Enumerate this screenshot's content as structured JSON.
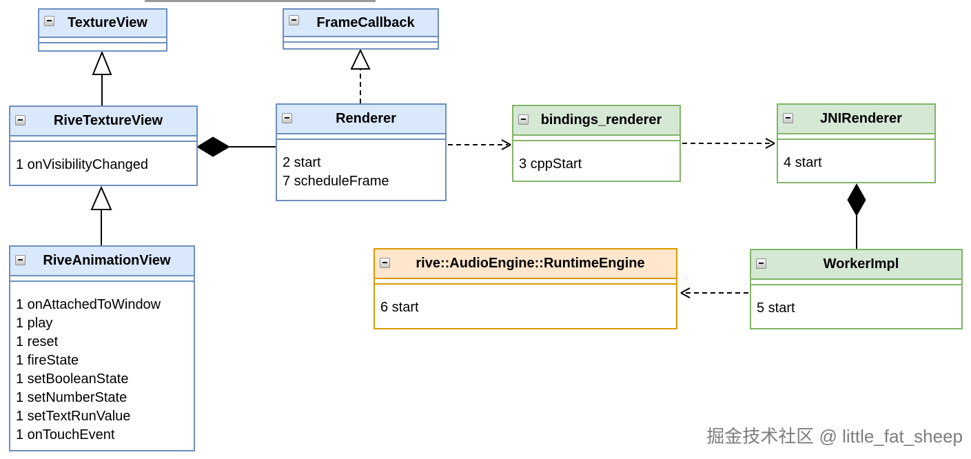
{
  "classes": {
    "textureView": {
      "title": "TextureView",
      "methods": []
    },
    "frameCallback": {
      "title": "FrameCallback",
      "methods": []
    },
    "riveTextureView": {
      "title": "RiveTextureView",
      "methods": [
        "1 onVisibilityChanged"
      ]
    },
    "renderer": {
      "title": "Renderer",
      "methods": [
        "2 start",
        "7 scheduleFrame"
      ]
    },
    "bindingsRenderer": {
      "title": "bindings_renderer",
      "methods": [
        "3 cppStart"
      ]
    },
    "jniRenderer": {
      "title": "JNIRenderer",
      "methods": [
        "4 start"
      ]
    },
    "riveAnimationView": {
      "title": "RiveAnimationView",
      "methods": [
        "1 onAttachedToWindow",
        "1 play",
        "1 reset",
        "1 fireState",
        "1 setBooleanState",
        "1 setNumberState",
        "1 setTextRunValue",
        "1 onTouchEvent"
      ]
    },
    "audioEngine": {
      "title": "rive::AudioEngine::RuntimeEngine",
      "methods": [
        "6 start"
      ]
    },
    "workerImpl": {
      "title": "WorkerImpl",
      "methods": [
        "5 start"
      ]
    }
  },
  "relationships": [
    {
      "from": "RiveTextureView",
      "to": "TextureView",
      "type": "inheritance"
    },
    {
      "from": "Renderer",
      "to": "FrameCallback",
      "type": "realization"
    },
    {
      "from": "RiveAnimationView",
      "to": "RiveTextureView",
      "type": "inheritance"
    },
    {
      "from": "RiveTextureView",
      "to": "Renderer",
      "type": "composition"
    },
    {
      "from": "Renderer",
      "to": "bindings_renderer",
      "type": "dependency"
    },
    {
      "from": "bindings_renderer",
      "to": "JNIRenderer",
      "type": "dependency"
    },
    {
      "from": "JNIRenderer",
      "to": "WorkerImpl",
      "type": "composition"
    },
    {
      "from": "WorkerImpl",
      "to": "rive::AudioEngine::RuntimeEngine",
      "type": "dependency"
    }
  ],
  "colors": {
    "blue_fill": "#dae8fc",
    "blue_stroke": "#6c8ebf",
    "green_fill": "#d5e8d4",
    "green_stroke": "#82b366",
    "orange_fill": "#ffe6cc",
    "orange_stroke": "#d79b00",
    "line": "#000000"
  },
  "watermark": "掘金技术社区 @ little_fat_sheep"
}
